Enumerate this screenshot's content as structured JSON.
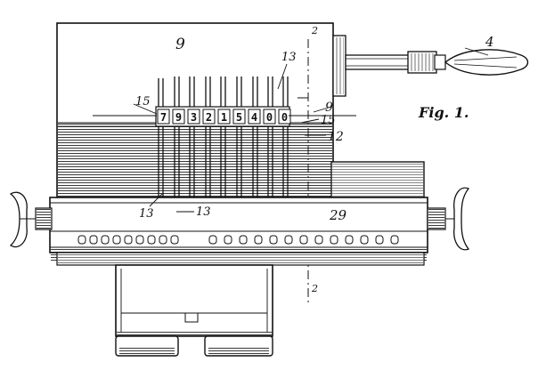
{
  "figure": {
    "caption": "Fig. 1.",
    "register_digits": [
      "7",
      "9",
      "3",
      "2",
      "1",
      "5",
      "4",
      "0",
      "0"
    ],
    "reference_numerals": {
      "housing": "9",
      "housing_side": "9",
      "crank": "4",
      "rod_upper": "13",
      "rod_lower_left": "13",
      "rod_lower_right": "13",
      "window_left": "15",
      "window_right": "15",
      "plate": "12",
      "carriage": "29",
      "section_top": "2",
      "section_bottom": "2"
    }
  }
}
